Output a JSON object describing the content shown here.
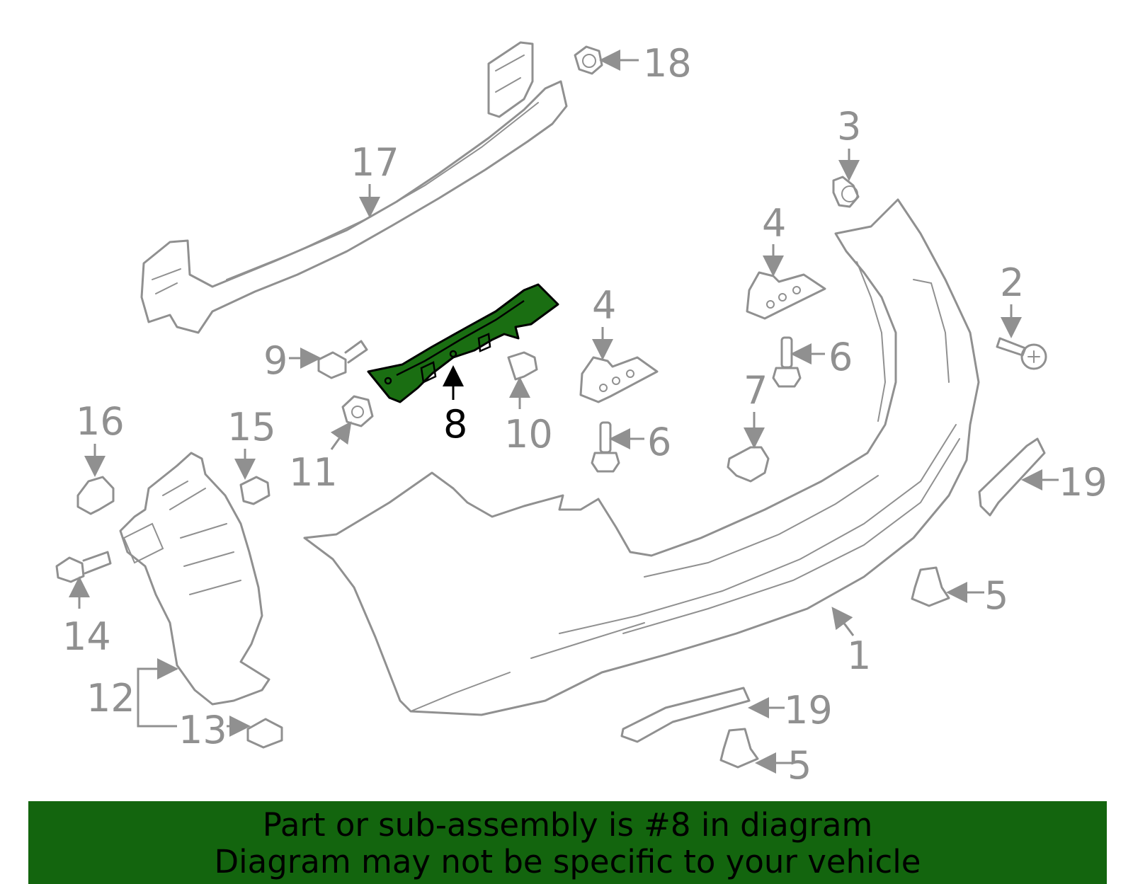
{
  "diagram": {
    "callouts": {
      "c1": "1",
      "c2": "2",
      "c3": "3",
      "c4a": "4",
      "c4b": "4",
      "c5a": "5",
      "c5b": "5",
      "c6a": "6",
      "c6b": "6",
      "c7": "7",
      "c8": "8",
      "c9": "9",
      "c10": "10",
      "c11": "11",
      "c12": "12",
      "c13": "13",
      "c14": "14",
      "c15": "15",
      "c16": "16",
      "c17": "17",
      "c18": "18",
      "c19a": "19",
      "c19b": "19"
    },
    "highlight_color": "#1a6e12",
    "part_color": "#909090"
  },
  "banner": {
    "line1": "Part or sub-assembly is #8 in diagram",
    "line2": "Diagram may not be specific to your vehicle",
    "background": "#13650e"
  }
}
